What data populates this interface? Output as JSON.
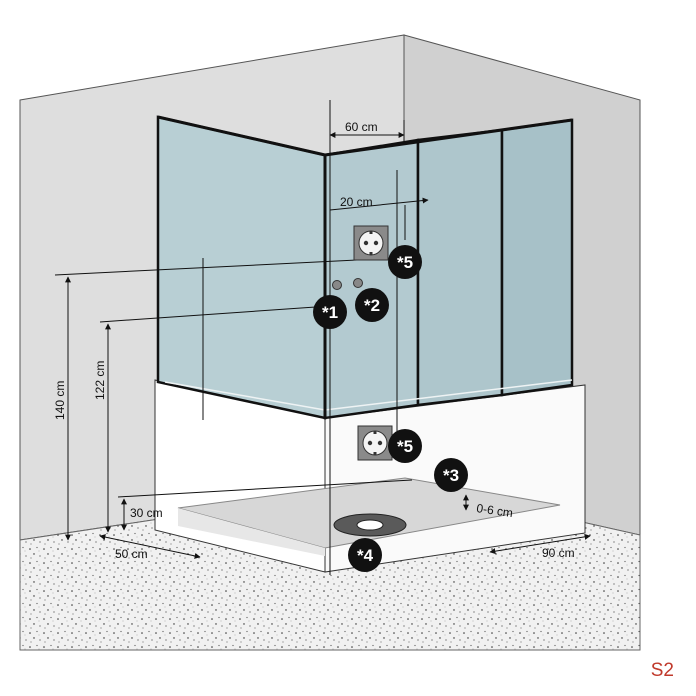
{
  "dimensions": {
    "width_top": "60 cm",
    "offset_socket": "20 cm",
    "height_140": "140 cm",
    "height_122": "122 cm",
    "height_30": "30 cm",
    "depth_50": "50 cm",
    "width_90": "90 cm",
    "gap_0_6": "0-6 cm"
  },
  "markers": {
    "m1": "*1",
    "m2": "*2",
    "m3": "*3",
    "m4": "*4",
    "m5_upper": "*5",
    "m5_lower": "*5"
  },
  "corner_label": "S2",
  "colors": {
    "wall": "#dcdcdc",
    "wall_side": "#cfcfcf",
    "glass": "#b9cfd4",
    "glass_dark": "#a9c2c8",
    "frame": "#111111",
    "floor": "#efefef",
    "marker_bg": "#111111",
    "label_red": "#c0392b"
  },
  "icons": [
    "power-socket-icon",
    "water-valve-icon",
    "floor-drain-icon"
  ]
}
